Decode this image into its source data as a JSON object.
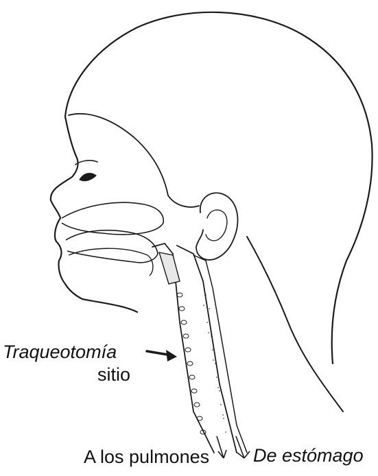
{
  "labels": {
    "tracheotomy_line1": "Traqueotomía",
    "tracheotomy_line2": "sitio",
    "to_lungs": "A los pulmones",
    "from_stomach": "De estómago"
  },
  "colors": {
    "line": "#1a1a1a",
    "background": "#ffffff"
  }
}
